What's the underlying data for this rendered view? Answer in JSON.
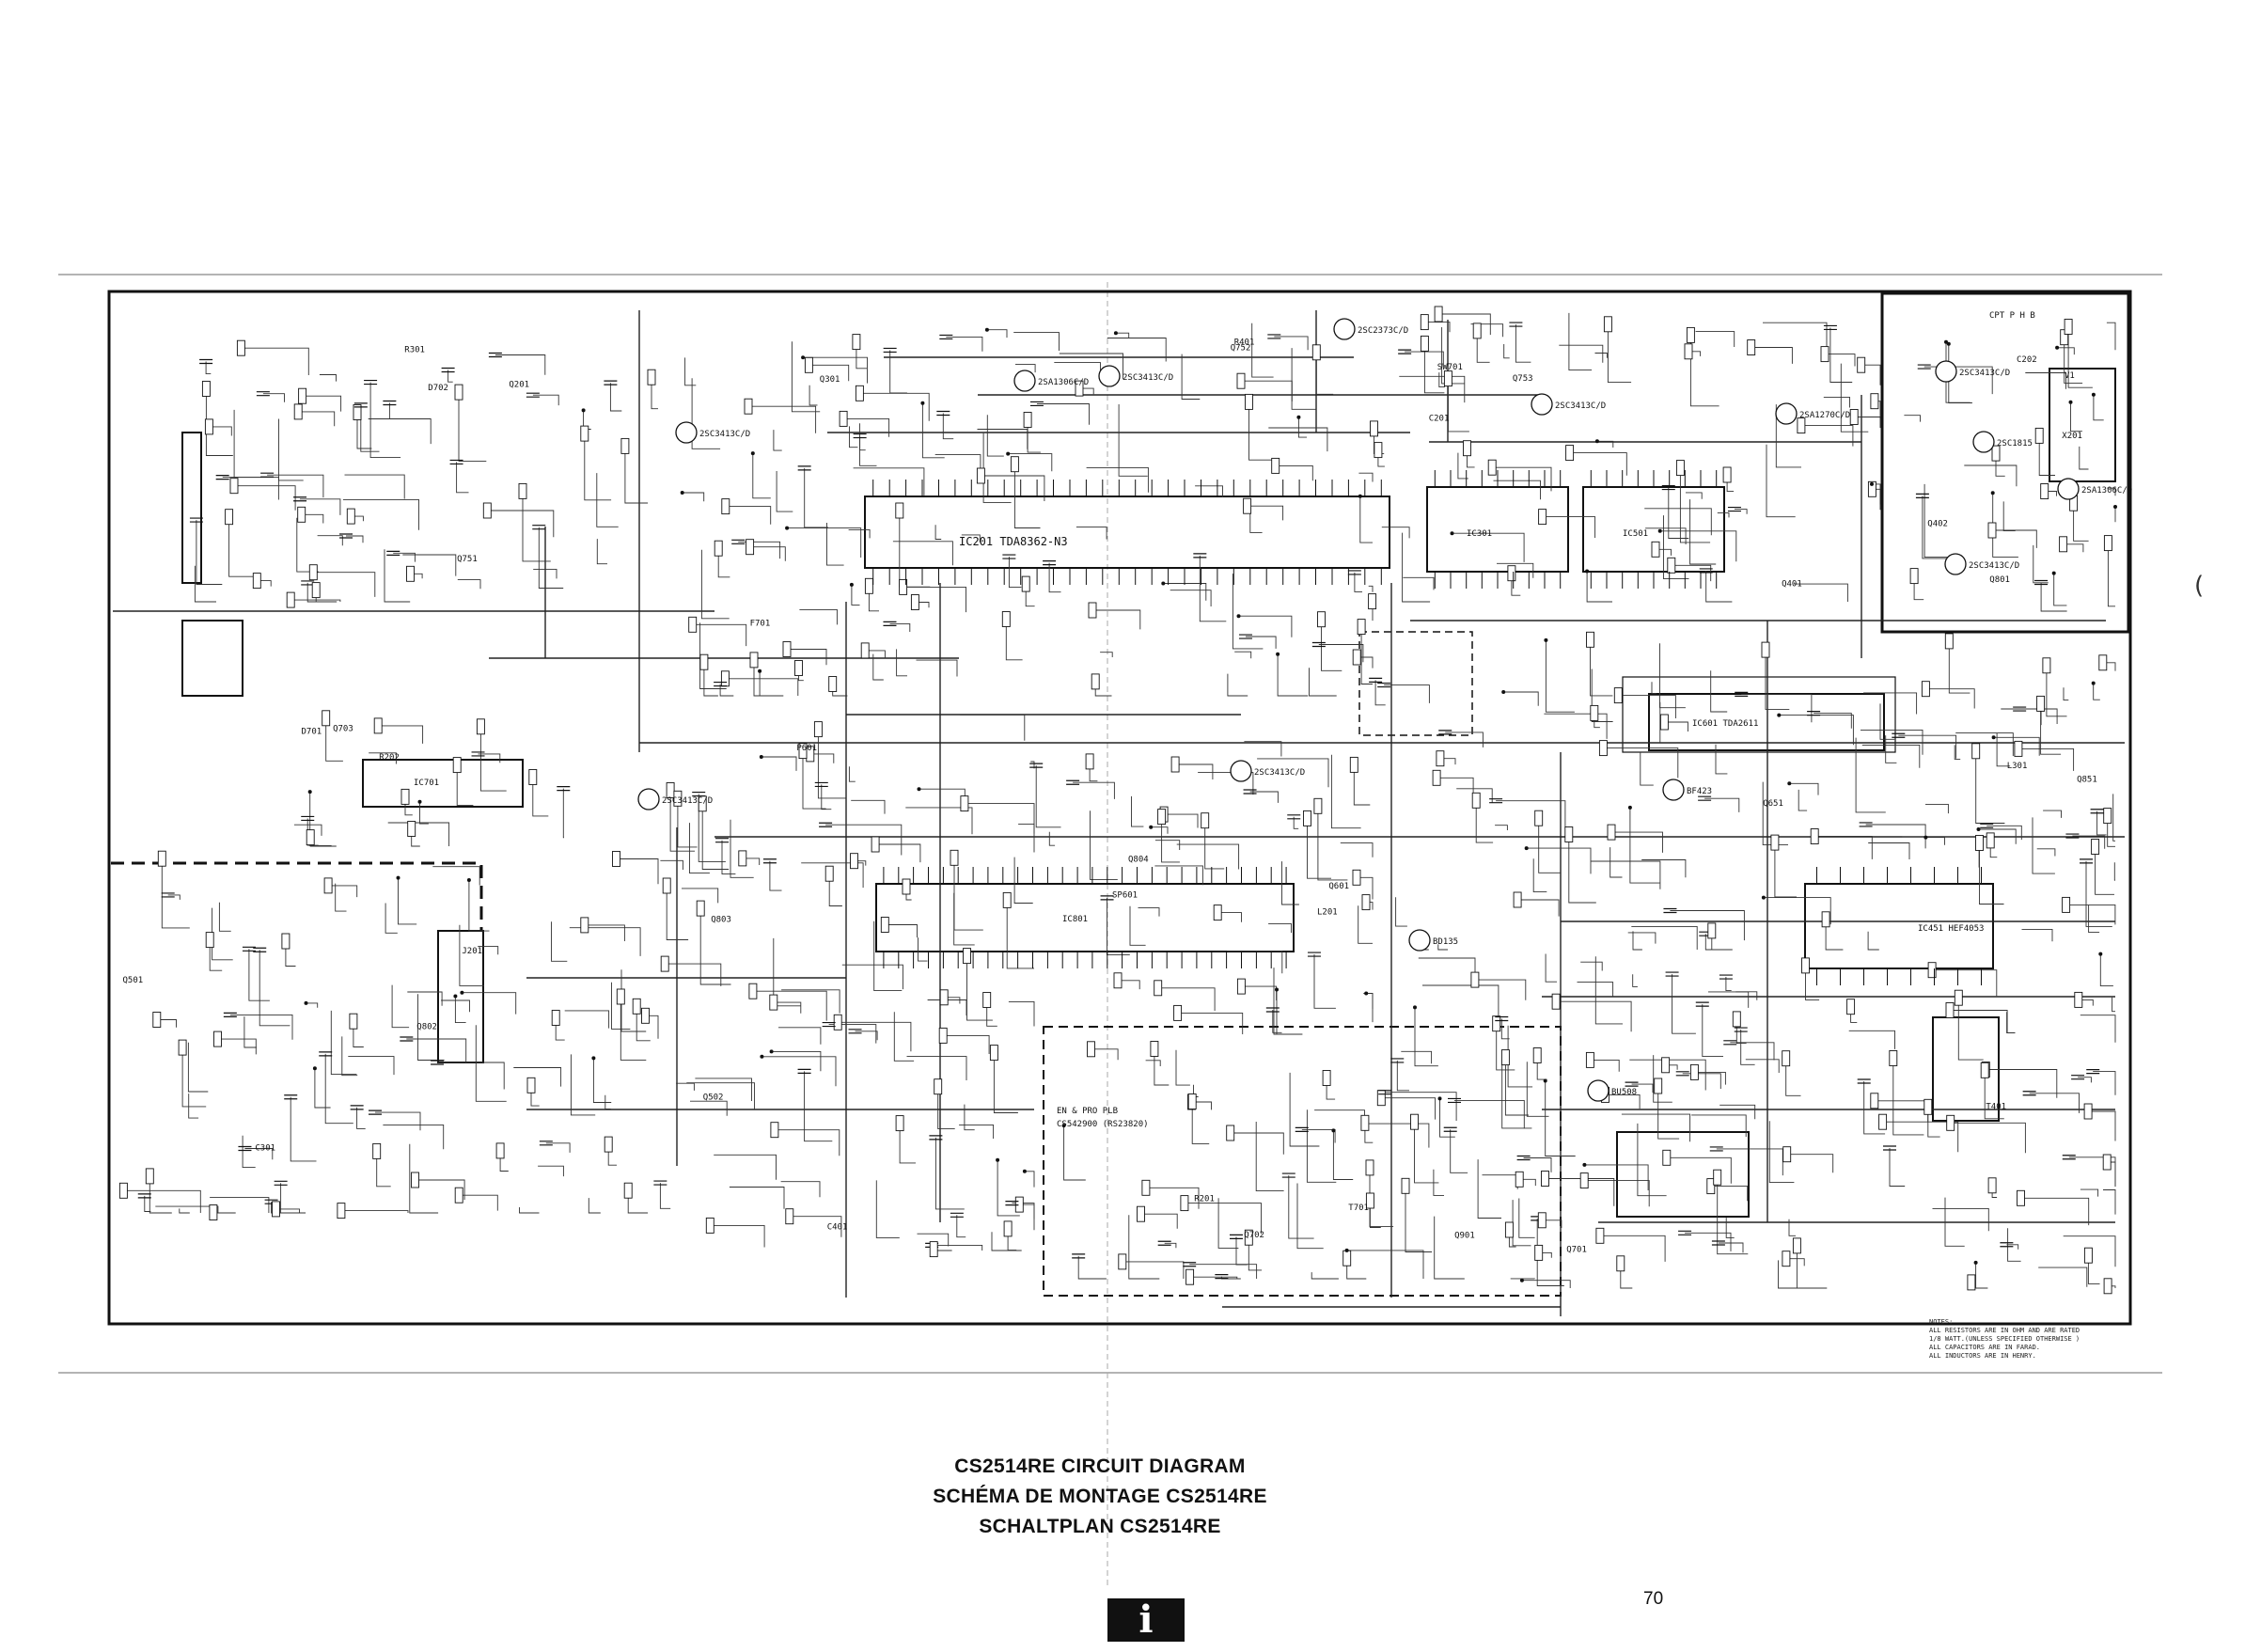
{
  "titles": {
    "line1": "CS2514RE CIRCUIT DIAGRAM",
    "line2": "SCHÉMA DE MONTAGE CS2514RE",
    "line3": "SCHALTPLAN CS2514RE"
  },
  "page_number": "70",
  "logo_glyph": "i",
  "notes_text": "NOTES:\nALL RESISTORS ARE IN OHM AND ARE RATED\n1/8 WATT.(UNLESS SPECIFIED OTHERWISE )\nALL CAPACITORS ARE IN FARAD.\nALL INDUCTORS ARE IN HENRY.",
  "ic_labels": {
    "ic201": "IC201   TDA8362-N3",
    "ic451": "IC451   HEF4053",
    "ic_sound": "IC601   TDA2611",
    "ic_vert_a": "IC301",
    "ic_vert_b": "IC501",
    "ic_micro": "IC801",
    "ic_ps": "IC701",
    "crt_board": "CPT P H B",
    "crt_ref": "V1",
    "ntsc_board": "EN & PRO PLB",
    "ntsc_ref": "CS542900 (RS23820)"
  },
  "transistor_labels": [
    "2SC3413C/D",
    "2SA1306C/D",
    "2SC3413C/D",
    "2SC2373C/D",
    "2SC3413C/D",
    "2SA1270C/D",
    "2SC3413C/D",
    "2SC1815",
    "2SC3413C/D",
    "2SA1306C/D",
    "2SC3413C/D",
    "2SC3413C/D",
    "BD135",
    "BF423",
    "BU508"
  ],
  "component_labels": [
    "Q201",
    "Q301",
    "Q401",
    "Q402",
    "Q501",
    "Q502",
    "Q601",
    "Q651",
    "Q701",
    "Q702",
    "Q703",
    "Q751",
    "Q752",
    "Q753",
    "Q801",
    "Q802",
    "Q803",
    "Q804",
    "Q851",
    "Q901",
    "R201",
    "R202",
    "R301",
    "R401",
    "C201",
    "C202",
    "C301",
    "C401",
    "L201",
    "L301",
    "T401",
    "T701",
    "D701",
    "D702",
    "F701",
    "SW701",
    "X201",
    "J201",
    "P601",
    "SP601"
  ]
}
